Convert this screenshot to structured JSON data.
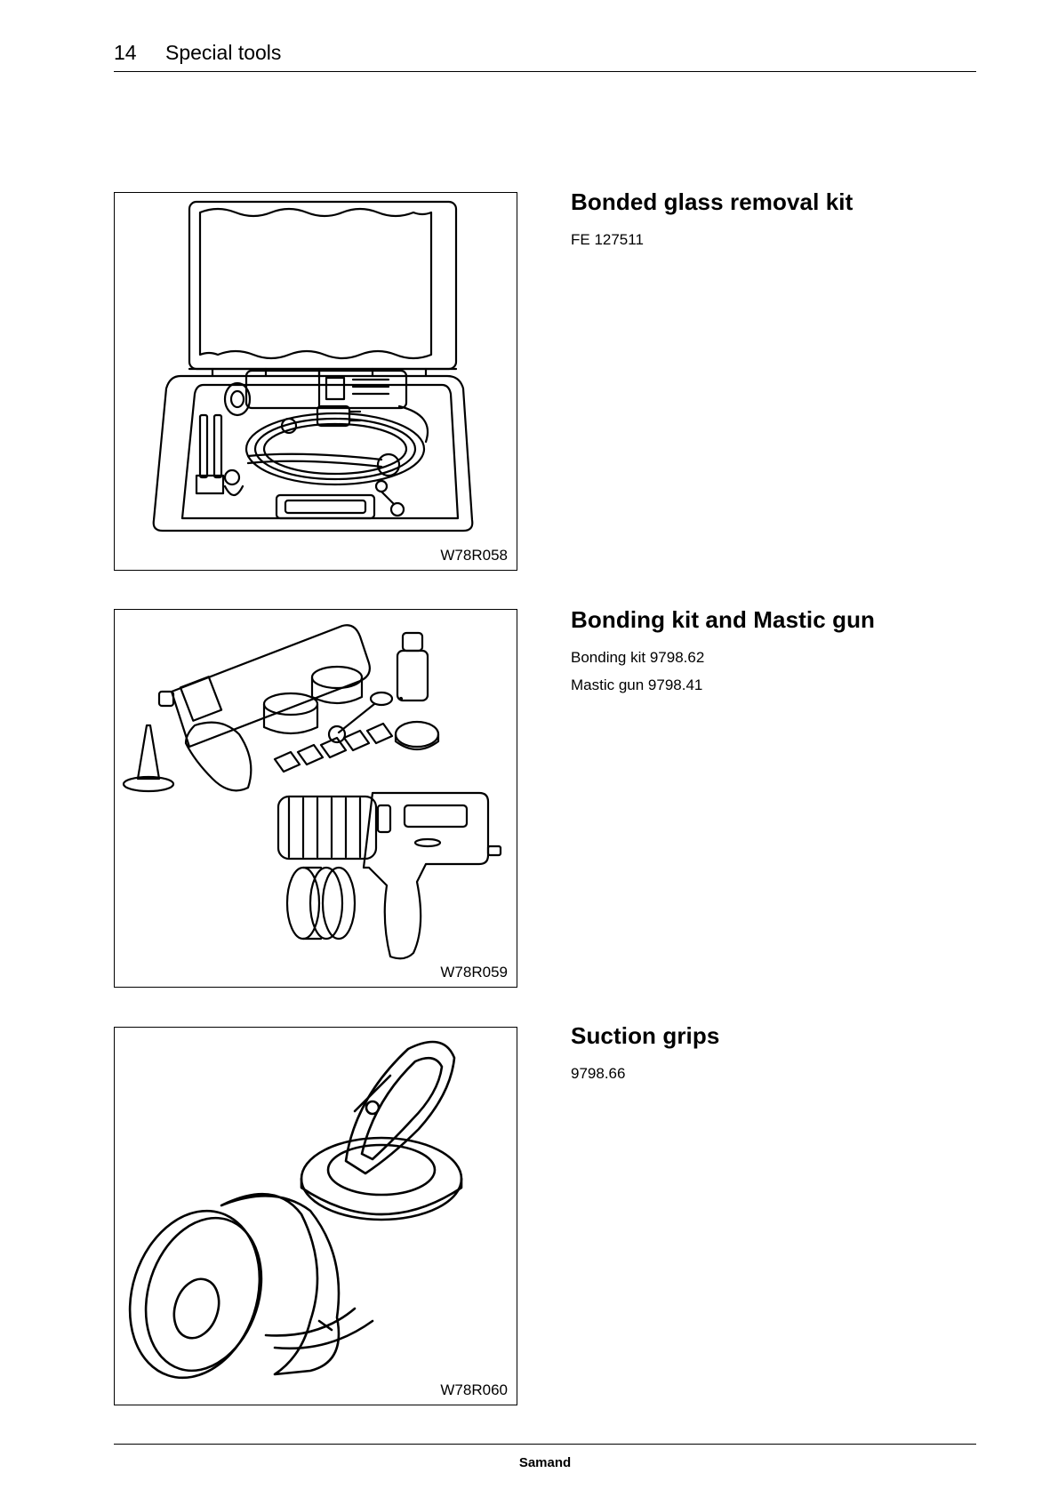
{
  "header": {
    "page_number": "14",
    "section": "Special tools"
  },
  "entries": [
    {
      "title": "Bonded glass removal kit",
      "lines": [
        "FE 127511"
      ],
      "figure_code": "W78R058"
    },
    {
      "title": "Bonding kit and Mastic gun",
      "lines": [
        "Bonding kit 9798.62",
        "Mastic gun 9798.41"
      ],
      "figure_code": "W78R059"
    },
    {
      "title": "Suction grips",
      "lines": [
        "9798.66"
      ],
      "figure_code": "W78R060"
    }
  ],
  "footer": {
    "brand": "Samand"
  }
}
